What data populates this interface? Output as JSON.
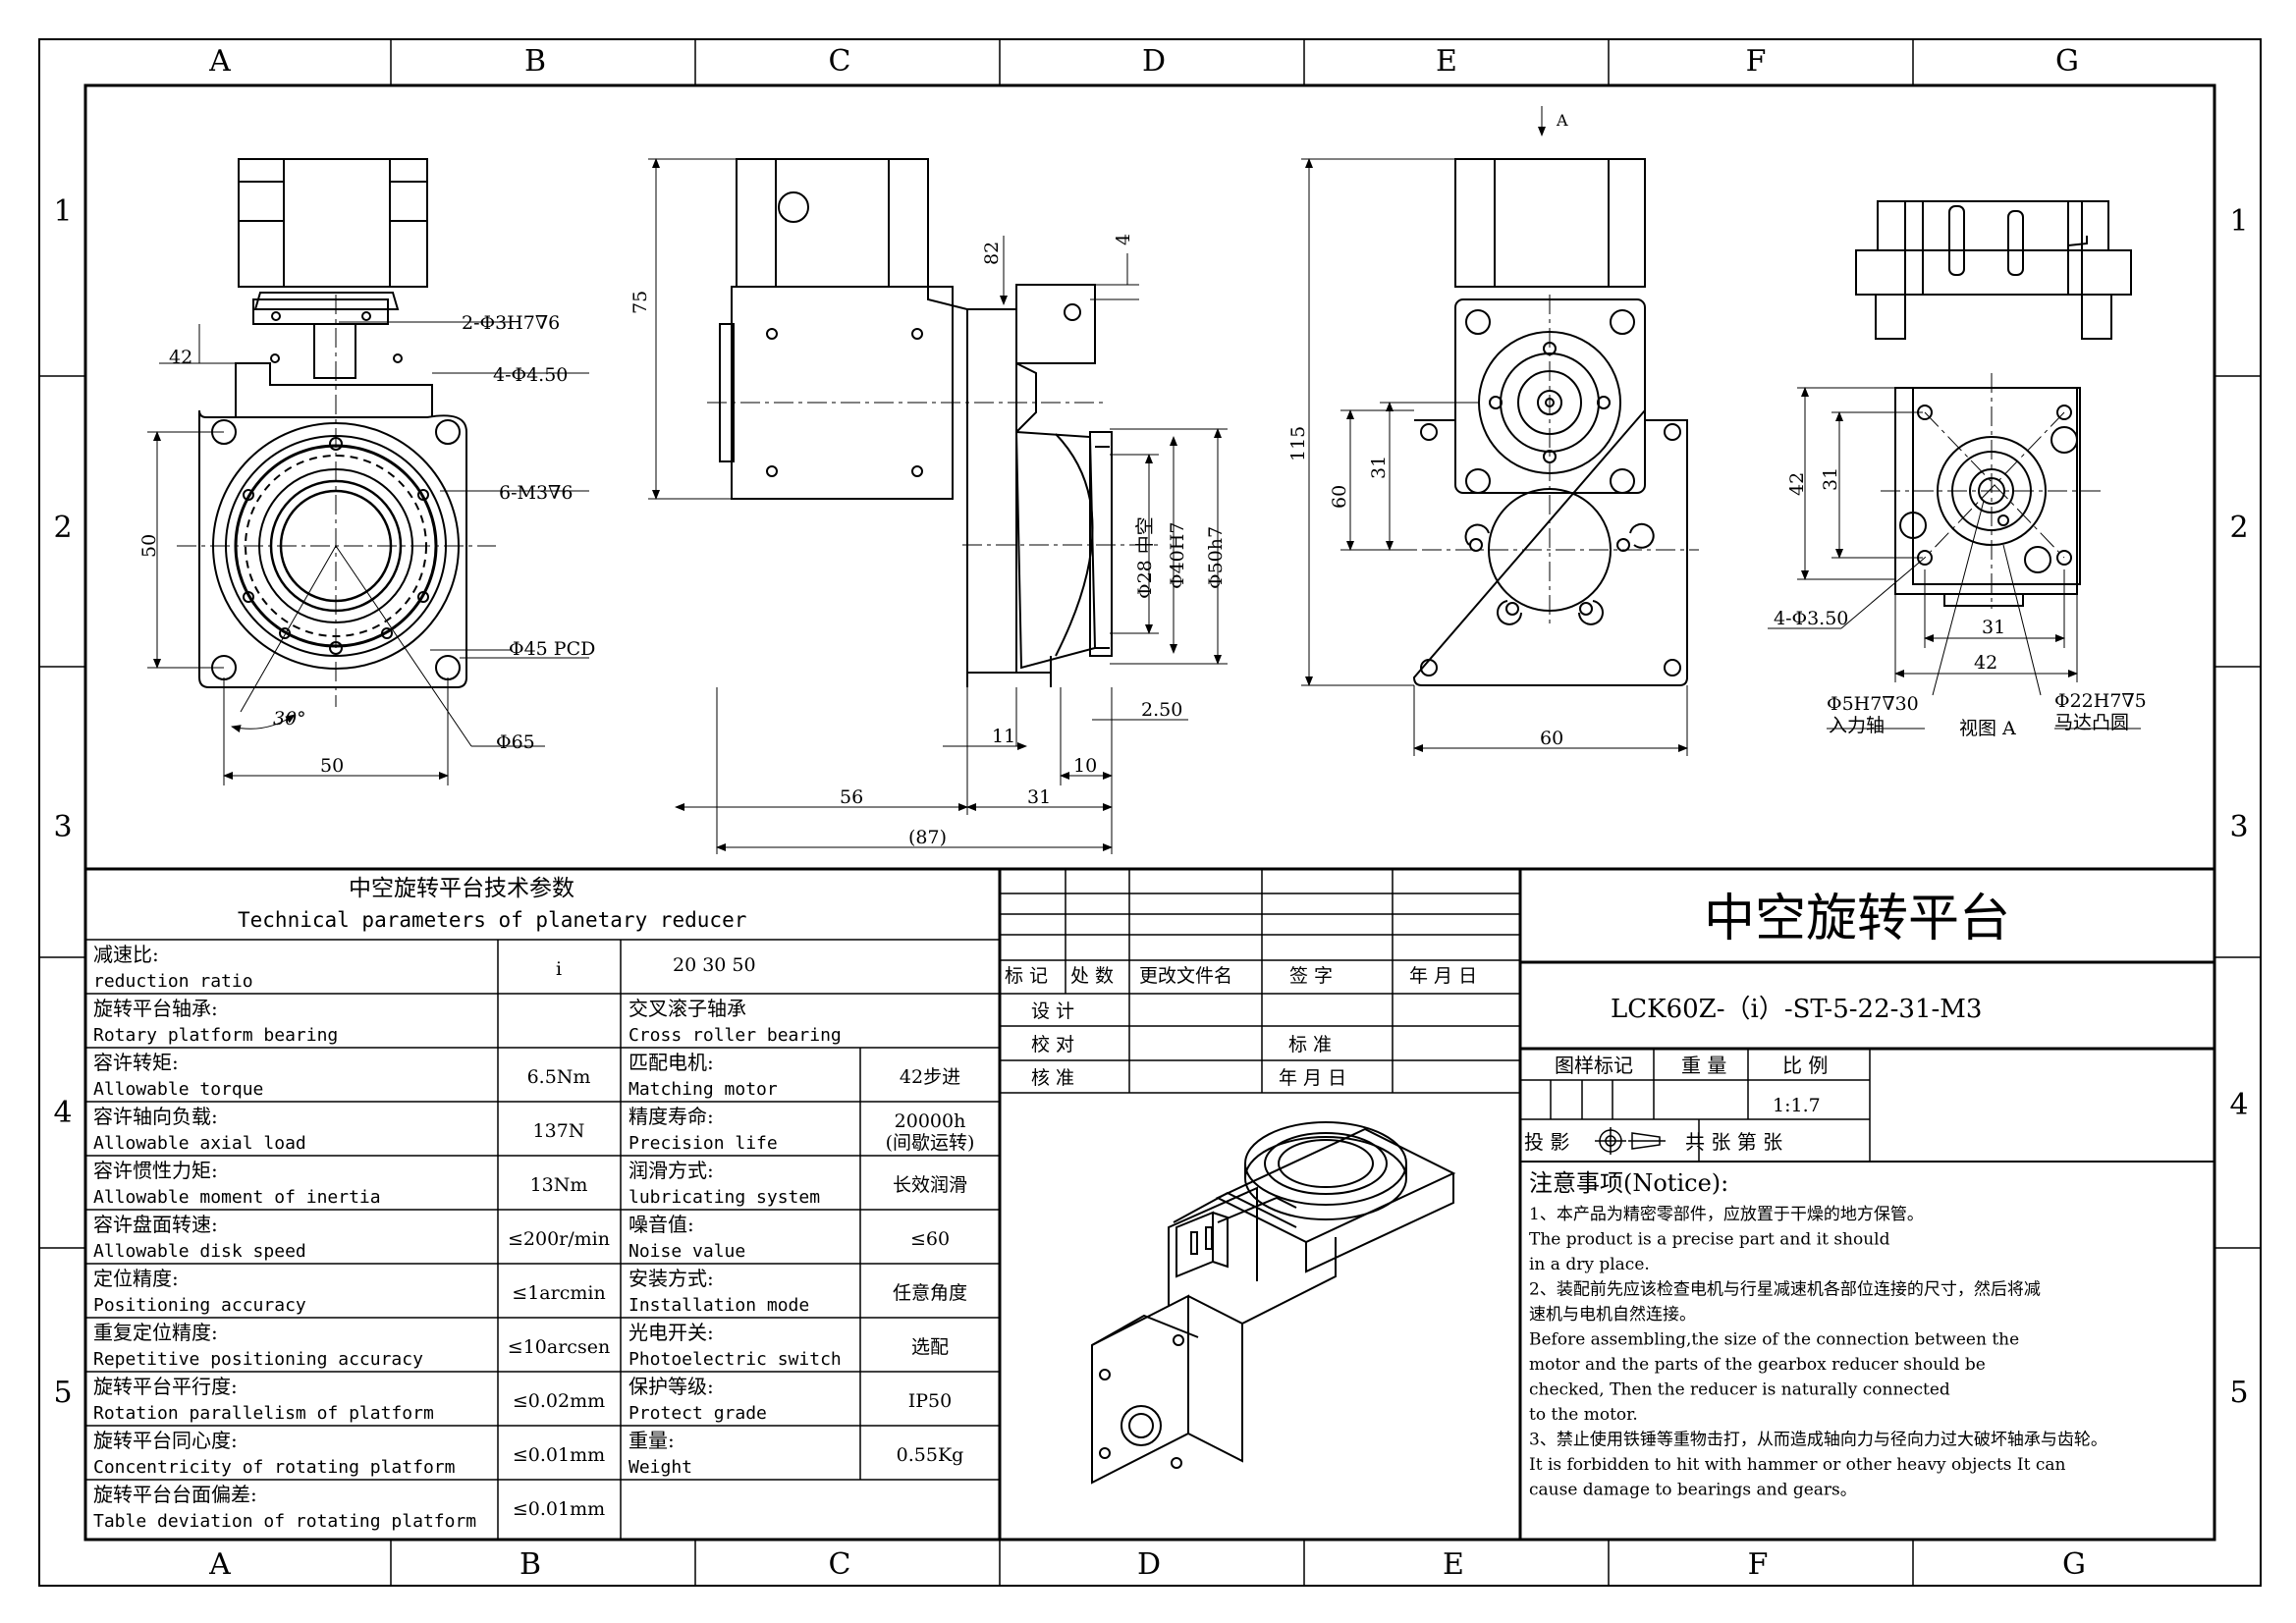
{
  "border": {
    "cols_top": [
      "A",
      "B",
      "C",
      "D",
      "E",
      "F",
      "G"
    ],
    "cols_bottom": [
      "A",
      "B",
      "C",
      "D",
      "E",
      "F",
      "G"
    ],
    "rows": [
      "1",
      "2",
      "3",
      "4",
      "5"
    ]
  },
  "views": {
    "front": {
      "dims": [
        "42",
        "2-Φ3H7∇6",
        "4-Φ4.50",
        "6-M3∇6",
        "50",
        "Φ45 PCD",
        "30°",
        "Φ65",
        "50"
      ]
    },
    "side": {
      "dims": [
        "75",
        "82",
        "4",
        "Φ28 中空",
        "Φ40H7",
        "Φ50h7",
        "2.50",
        "11",
        "10",
        "56",
        "31",
        "(87)"
      ]
    },
    "rear": {
      "arrow_label": "A",
      "dims": [
        "115",
        "60",
        "31",
        "60"
      ]
    },
    "view_a": {
      "dims": [
        "42",
        "31",
        "4-Φ3.50",
        "31",
        "42"
      ],
      "labels": [
        "Φ5H7∇30",
        "入力轴",
        "视图 A",
        "Φ22H7∇5",
        "马达凸圆"
      ]
    }
  },
  "params": {
    "title_cn": "中空旋转平台技术参数",
    "title_en": "Technical parameters of planetary reducer",
    "rows": [
      {
        "cn": "减速比:",
        "en": "reduction ratio",
        "v1": "i",
        "spec_cn": "",
        "spec_en": "",
        "v2": "20   30   50"
      },
      {
        "cn": "旋转平台轴承:",
        "en": "Rotary platform bearing",
        "v1": "",
        "spec_cn": "交叉滚子轴承",
        "spec_en": "Cross roller bearing",
        "v2": ""
      },
      {
        "cn": "容许转矩:",
        "en": "Allowable torque",
        "v1": "6.5Nm",
        "spec_cn": "匹配电机:",
        "spec_en": "Matching motor",
        "v2": "42步进"
      },
      {
        "cn": "容许轴向负载:",
        "en": "Allowable axial load",
        "v1": "137N",
        "spec_cn": "精度寿命:",
        "spec_en": "Precision life",
        "v2": "20000h",
        "v2b": "(间歇运转)"
      },
      {
        "cn": "容许惯性力矩:",
        "en": "Allowable moment of inertia",
        "v1": "13Nm",
        "spec_cn": "润滑方式:",
        "spec_en": "lubricating system",
        "v2": "长效润滑"
      },
      {
        "cn": "容许盘面转速:",
        "en": "Allowable disk speed",
        "v1": "≤200r/min",
        "spec_cn": "噪音值:",
        "spec_en": "Noise value",
        "v2": "≤60"
      },
      {
        "cn": "定位精度:",
        "en": "Positioning accuracy",
        "v1": "≤1arcmin",
        "spec_cn": "安装方式:",
        "spec_en": "Installation mode",
        "v2": "任意角度"
      },
      {
        "cn": "重复定位精度:",
        "en": "Repetitive positioning accuracy",
        "v1": "≤10arcsen",
        "spec_cn": "光电开关:",
        "spec_en": "Photoelectric switch",
        "v2": "选配"
      },
      {
        "cn": "旋转平台平行度:",
        "en": "Rotation parallelism of platform",
        "v1": "≤0.02mm",
        "spec_cn": "保护等级:",
        "spec_en": "Protect grade",
        "v2": "IP50"
      },
      {
        "cn": "旋转平台同心度:",
        "en": "Concentricity of rotating platform",
        "v1": "≤0.01mm",
        "spec_cn": "重量:",
        "spec_en": "Weight",
        "v2": "0.55Kg"
      },
      {
        "cn": "旋转平台台面偏差:",
        "en": "Table deviation of rotating platform",
        "v1": "≤0.01mm",
        "spec_cn": "",
        "spec_en": "",
        "v2": ""
      }
    ]
  },
  "revision": {
    "headers": [
      "标 记",
      "处 数",
      "更改文件名",
      "签  字",
      "年 月 日"
    ],
    "design": "设  计",
    "check": "校  对",
    "approve": "核  准",
    "standard": "标  准",
    "date": "年 月 日"
  },
  "title_block": {
    "name": "中空旋转平台",
    "model": "LCK60Z-（i）-ST-5-22-31-M3",
    "mark_label": "图样标记",
    "weight_label": "重 量",
    "scale_label": "比  例",
    "scale_value": "1:1.7",
    "projection_label": "投 影",
    "sheets_label": "共   张  第   张"
  },
  "notice": {
    "title": "注意事项(Notice):",
    "lines": [
      "1、本产品为精密零部件，应放置于干燥的地方保管。",
      "   The product is a precise part and it should",
      "   in a dry place.",
      "2、装配前先应该检查电机与行星减速机各部位连接的尺寸，然后将减",
      "   速机与电机自然连接。",
      "   Before assembling,the size of the connection between the",
      "   motor and the parts of the gearbox reducer should be",
      "   checked, Then the reducer is naturally connected",
      "   to the motor.",
      "3、禁止使用铁锤等重物击打，从而造成轴向力与径向力过大破坏轴承与齿轮。",
      "   It is forbidden to hit with hammer or other heavy objects It can",
      "   cause damage to bearings and gears。"
    ]
  }
}
